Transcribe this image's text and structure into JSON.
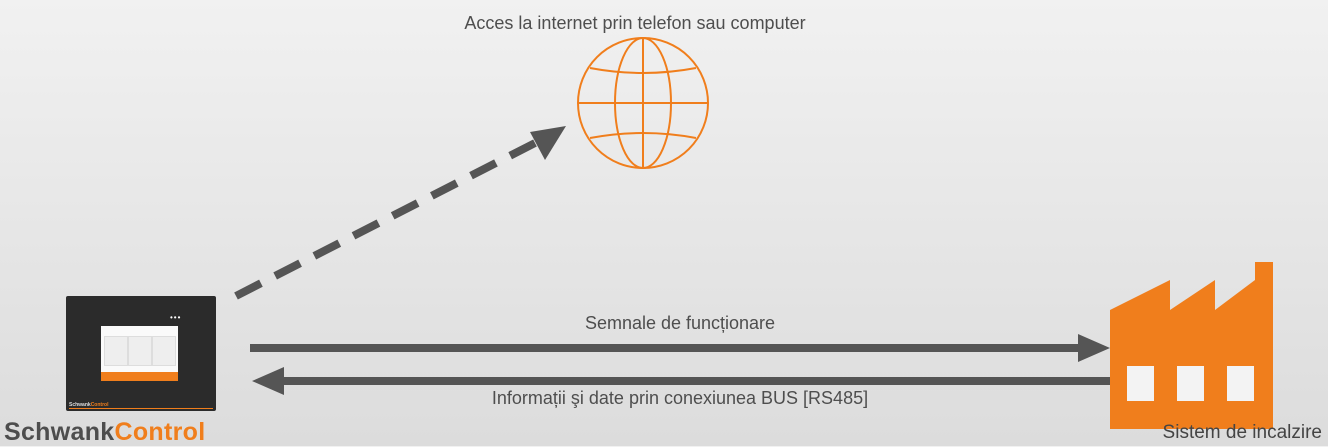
{
  "labels": {
    "internet_access": "Acces la internet prin telefon sau computer",
    "operation_signals": "Semnale de funcționare",
    "bus_info": "Informații şi date prin conexiunea BUS [RS485]",
    "heating_system": "Sistem de incalzire"
  },
  "brand": {
    "part1": "Schwank",
    "part2": "Control"
  },
  "icons": {
    "internet": "globe-icon",
    "controller": "touch-controller-icon",
    "heating": "factory-icon"
  },
  "colors": {
    "accent": "#f07e1c",
    "arrow": "#555555",
    "text": "#4e4e4e",
    "background": "#e6e6e6"
  }
}
